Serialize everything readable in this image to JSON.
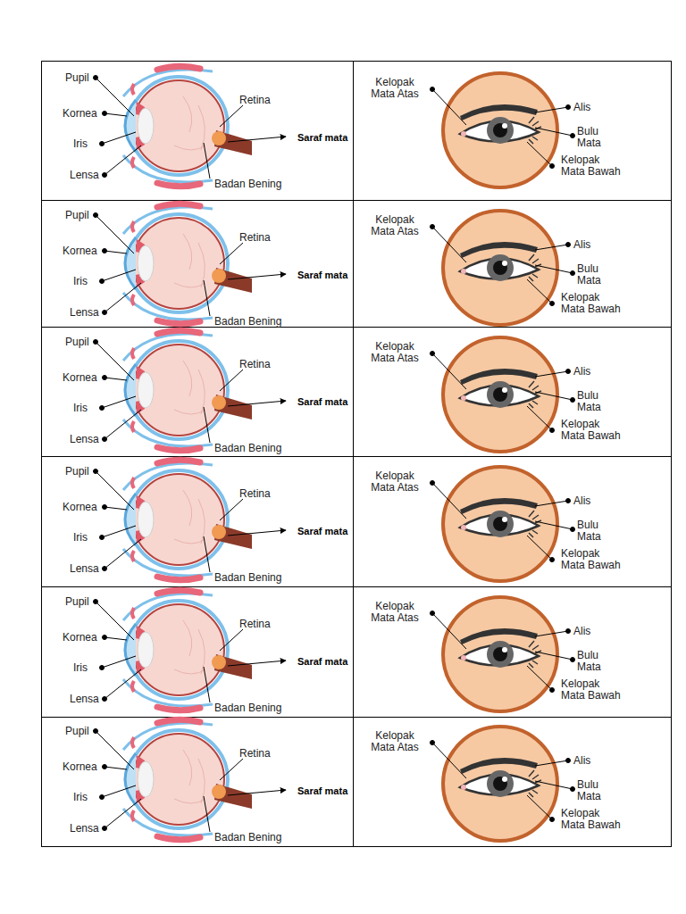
{
  "diagram": {
    "labels": [
      "Pupil",
      "Kornea",
      "Iris",
      "Lensa",
      "Retina",
      "Saraf mata",
      "Badan Bening",
      "Kelopak Mata Atas",
      "Alis",
      "Bulu Mata",
      "Kelopak Mata Bawah",
      "Pupil",
      "Kornea",
      "Iris",
      "Lensa",
      "Retina",
      "Saraf mata",
      "Badan Bening",
      "Kelopak Mata Atas",
      "Alis",
      "Bulu Mata",
      "Kelopak Mata Bawah",
      "Pupil",
      "Kornea",
      "Iris",
      "Lensa",
      "Retina",
      "Saraf mata",
      "Badan Bening",
      "Kelopak Mata Atas",
      "Alis",
      "Bulu Mata",
      "Kelopak Mata Bawah",
      "Pupil",
      "Kornea",
      "Iris",
      "Lensa",
      "Retina",
      "Saraf mata",
      "Badan Bening",
      "Kelopak Mata Atas",
      "Alis",
      "Bulu Mata",
      "Kelopak Mata Bawah",
      "Pupil",
      "Kornea",
      "Iris",
      "Lensa",
      "Retina",
      "Saraf mata",
      "Badan Bening",
      "Kelopak Mata Atas",
      "Alis",
      "Bulu Mata",
      "Kelopak Mata Bawah",
      "Pupil",
      "Kornea",
      "Iris",
      "Lensa",
      "Retina",
      "Saraf mata",
      "Badan Bening",
      "Kelopak Mata Atas",
      "Alis",
      "Bulu Mata",
      "Kelopak Mata Bawah"
    ]
  }
}
